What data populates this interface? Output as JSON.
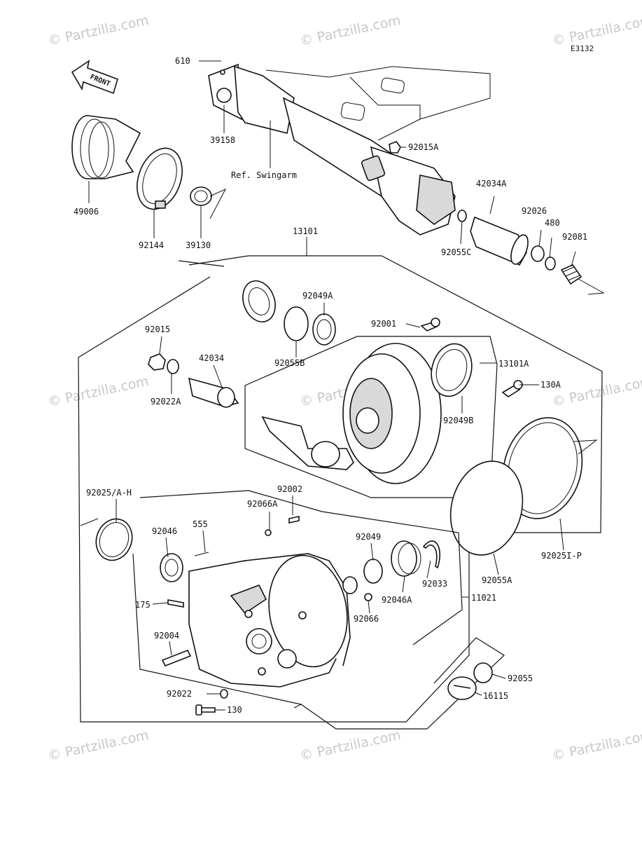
{
  "diagram_code": "E3132",
  "front_label": "FRONT",
  "reference_label": "Ref. Swingarm",
  "watermark": "© Partzilla.com",
  "part_labels": {
    "p610": "610",
    "p39158": "39158",
    "p92015A": "92015A",
    "p49006": "49006",
    "p92144": "92144",
    "p39130": "39130",
    "p42034A": "42034A",
    "p92026": "92026",
    "p480": "480",
    "p92081": "92081",
    "p92055C": "92055C",
    "p13101": "13101",
    "p92049A": "92049A",
    "p92001": "92001",
    "p92015": "92015",
    "p42034": "42034",
    "p92055B": "92055B",
    "p13101A": "13101A",
    "p130A": "130A",
    "p92022A": "92022A",
    "p92049B": "92049B",
    "p92002": "92002",
    "p92025": "92025/A-H",
    "p92066A": "92066A",
    "p555": "555",
    "p92046": "92046",
    "p92049": "92049",
    "p92033": "92033",
    "p92055A": "92055A",
    "p92025P": "92025I-P",
    "p11021": "11021",
    "p92046A": "92046A",
    "p175": "175",
    "p92066": "92066",
    "p92004": "92004",
    "p92055": "92055",
    "p92022": "92022",
    "p16115": "16115",
    "p130": "130"
  }
}
